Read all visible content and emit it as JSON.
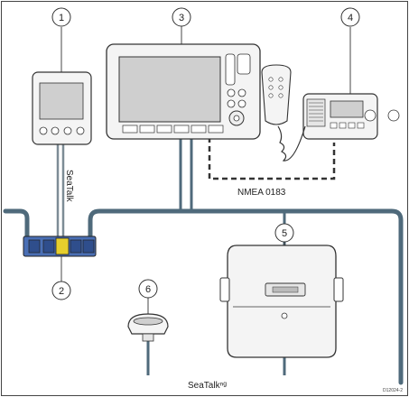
{
  "callouts": {
    "c1": "1",
    "c2": "2",
    "c3": "3",
    "c4": "4",
    "c5": "5",
    "c6": "6"
  },
  "labels": {
    "seatalk": "SeaTalk",
    "nmea": "NMEA 0183",
    "seatalkng": "SeaTalkⁿᵍ",
    "ref_code": "D12024-2"
  },
  "colors": {
    "backbone": "#4f6a7b",
    "spur": "#7d8c96",
    "connector_blue": "#4a6fb5",
    "connector_yellow": "#e6cf2d",
    "device_fill": "#f4f4f4",
    "screen_fill": "#cfcfcf",
    "outline": "#333333"
  }
}
